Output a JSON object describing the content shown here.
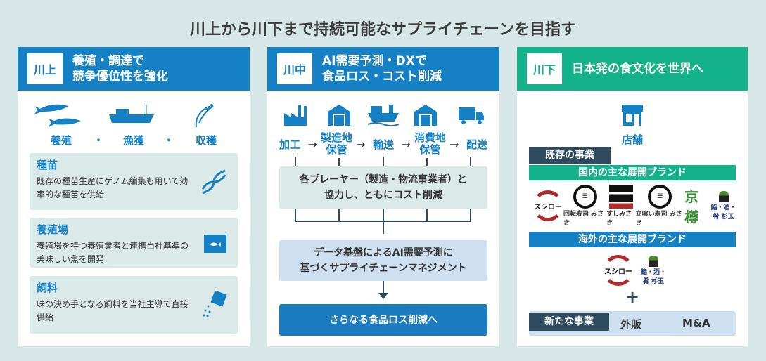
{
  "title": "川上から川下まで持続可能なサプライチェーンを目指す",
  "upstream": {
    "tag": "川上",
    "line1": "養殖・調達で",
    "line2": "競争優位性を強化",
    "activities": [
      "養殖",
      "漁獲",
      "収穫"
    ],
    "dot": "・",
    "cards": [
      {
        "title": "種苗",
        "text": "既存の種苗生産にゲノム編集も用いて効率的な種苗を供給",
        "icon": "dna-icon"
      },
      {
        "title": "養殖場",
        "text": "養殖場を持つ養殖業者と連携当社基準の美味しい魚を開発",
        "icon": "fish-tank-icon"
      },
      {
        "title": "飼料",
        "text": "味の決め手となる飼料を当社主導で直接供給",
        "icon": "feed-icon"
      }
    ]
  },
  "midstream": {
    "tag": "川中",
    "line1": "AI需要予測・DXで",
    "line2": "食品ロス・コスト削減",
    "steps": [
      "加工",
      "製造地\n保管",
      "輸送",
      "消費地\n保管",
      "配送"
    ],
    "arrow": "→",
    "players1": "各プレーヤー（製造・物流事業者）と",
    "players2": "協力し、ともにコスト削減",
    "data1": "データ基盤によるAI需要予測に",
    "data2": "基づくサプライチェーンマネジメント",
    "result": "さらなる食品ロス削減へ"
  },
  "downstream": {
    "tag": "川下",
    "line1": "日本発の食文化を世界へ",
    "store": "店舗",
    "existing": "既存の事業",
    "domestic": "国内の主な展開ブランド",
    "overseas": "海外の主な展開ブランド",
    "brands_domestic": [
      "スシロー",
      "回転寿司 みさき",
      "すしみさき",
      "立喰い寿司 みさき",
      "京樽",
      "鮨・酒・肴 杉玉"
    ],
    "brands_overseas": [
      "スシロー",
      "鮨・酒・肴 杉玉"
    ],
    "plus": "+",
    "new": "新たな事業",
    "new_items": [
      "外販",
      "M&A"
    ]
  },
  "colors": {
    "blue": "#1580c3",
    "green": "#13b28a",
    "dark": "#2d4a5e"
  }
}
